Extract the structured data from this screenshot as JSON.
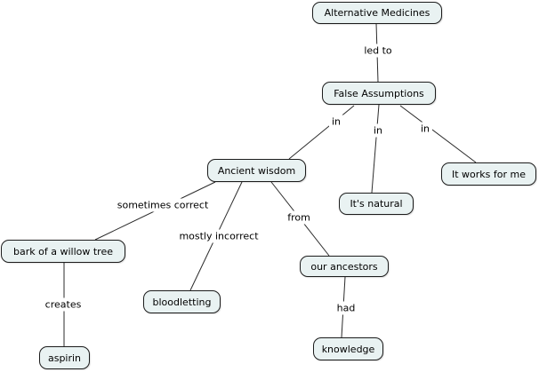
{
  "diagram": {
    "type": "concept-map",
    "nodes": [
      {
        "id": "alternative-medicines",
        "label": "Alternative Medicines"
      },
      {
        "id": "false-assumptions",
        "label": "False Assumptions"
      },
      {
        "id": "ancient-wisdom",
        "label": "Ancient wisdom"
      },
      {
        "id": "its-natural",
        "label": "It's natural"
      },
      {
        "id": "it-works-for-me",
        "label": "It works for me"
      },
      {
        "id": "bark-of-a-willow-tree",
        "label": "bark of a willow tree"
      },
      {
        "id": "bloodletting",
        "label": "bloodletting"
      },
      {
        "id": "our-ancestors",
        "label": "our ancestors"
      },
      {
        "id": "aspirin",
        "label": "aspirin"
      },
      {
        "id": "knowledge",
        "label": "knowledge"
      }
    ],
    "edges": [
      {
        "from": "Alternative Medicines",
        "to": "False Assumptions",
        "label": "led to"
      },
      {
        "from": "False Assumptions",
        "to": "Ancient wisdom",
        "label": "in"
      },
      {
        "from": "False Assumptions",
        "to": "It's natural",
        "label": "in"
      },
      {
        "from": "False Assumptions",
        "to": "It works for me",
        "label": "in"
      },
      {
        "from": "Ancient wisdom",
        "to": "bark of a willow tree",
        "label": "sometimes correct"
      },
      {
        "from": "Ancient wisdom",
        "to": "bloodletting",
        "label": "mostly incorrect"
      },
      {
        "from": "Ancient wisdom",
        "to": "our ancestors",
        "label": "from"
      },
      {
        "from": "bark of a willow tree",
        "to": "aspirin",
        "label": "creates"
      },
      {
        "from": "our ancestors",
        "to": "knowledge",
        "label": "had"
      }
    ]
  },
  "colors": {
    "background": "#ffffff",
    "node_fill": "#e9f2f2",
    "node_border": "#1c1c1c",
    "line": "#2b2b2b",
    "text": "#000000"
  }
}
